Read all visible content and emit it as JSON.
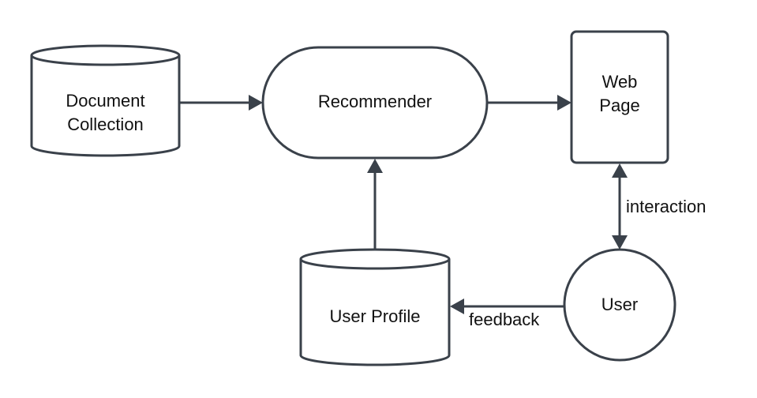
{
  "nodes": {
    "document_collection": {
      "line1": "Document",
      "line2": "Collection"
    },
    "recommender": {
      "label": "Recommender"
    },
    "web_page": {
      "line1": "Web",
      "line2": "Page"
    },
    "user_profile": {
      "label": "User Profile"
    },
    "user": {
      "label": "User"
    }
  },
  "edges": {
    "interaction": "interaction",
    "feedback": "feedback"
  },
  "colors": {
    "stroke": "#3a414a",
    "text": "#111111"
  }
}
